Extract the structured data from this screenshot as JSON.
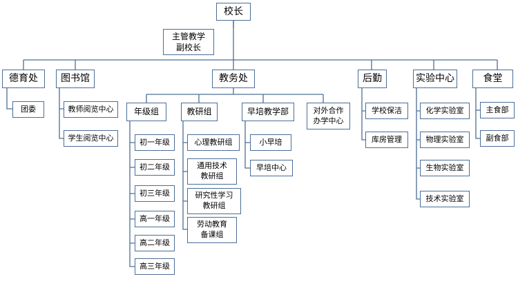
{
  "principal": "校长",
  "vice_principal": "主管教学\n副校长",
  "moral_office": {
    "label": "德育处",
    "children": [
      "团委"
    ]
  },
  "library": {
    "label": "图书馆",
    "children": [
      "教师阅览中心",
      "学生阅览中心"
    ]
  },
  "academic_office": {
    "label": "教务处",
    "grade_group": {
      "label": "年级组",
      "children": [
        "初一年级",
        "初二年级",
        "初三年级",
        "高一年级",
        "高二年级",
        "高三年级"
      ]
    },
    "research_group": {
      "label": "教研组",
      "children": [
        "心理教研组",
        "通用技术\n教研组",
        "研究性学习\n教研组",
        "劳动教育\n备课组"
      ]
    },
    "early_training": {
      "label": "早培教学部",
      "children": [
        "小早培",
        "早培中心"
      ]
    },
    "external": {
      "label": "对外合作\n办学中心"
    }
  },
  "logistics": {
    "label": "后勤",
    "children": [
      "学校保洁",
      "库房管理"
    ]
  },
  "lab_center": {
    "label": "实验中心",
    "children": [
      "化学实验室",
      "物理实验室",
      "生物实验室",
      "技术实验室"
    ]
  },
  "canteen": {
    "label": "食堂",
    "children": [
      "主食部",
      "副食部"
    ]
  }
}
